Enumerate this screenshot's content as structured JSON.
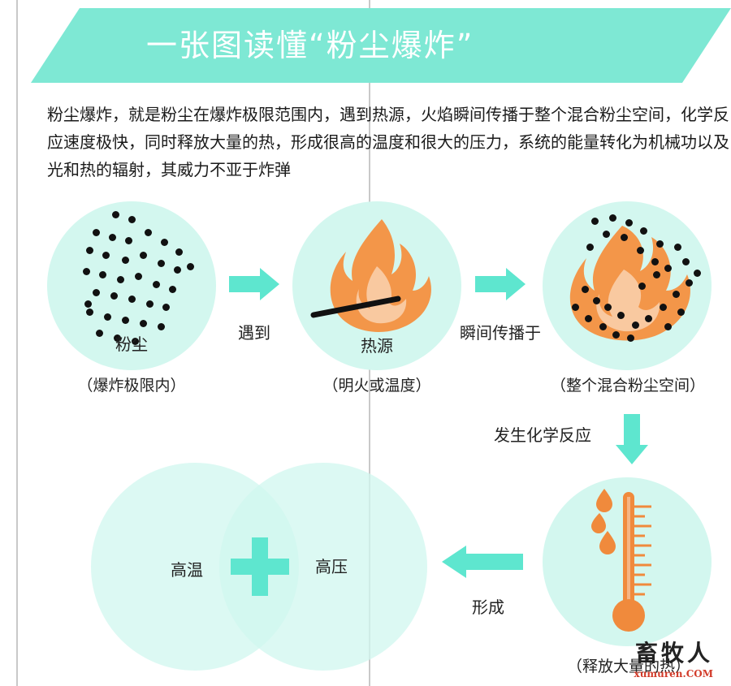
{
  "title": "一张图读懂“粉尘爆炸”",
  "intro": "粉尘爆炸，就是粉尘在爆炸极限范围内，遇到热源，火焰瞬间传播于整个混合粉尘空间，化学反应速度极快，同时释放大量的热，形成很高的温度和很大的压力，系统的能量转化为机械功以及光和热的辐射，其威力不亚于炸弹",
  "steps": [
    {
      "label": "粉尘",
      "sub": "（爆炸极限内）"
    },
    {
      "label": "热源",
      "sub": "（明火或温度）"
    },
    {
      "label": "",
      "sub": "（整个混合粉尘空间）"
    },
    {
      "label": "",
      "sub": "（释放大量的热）"
    }
  ],
  "arrows": {
    "a1": "遇到",
    "a2": "瞬间传播于",
    "a3": "发生化学反应",
    "a4": "形成"
  },
  "result": {
    "left": "高温",
    "right": "高压"
  },
  "watermark": {
    "name": "畜牧人",
    "url": "xumuren.COM"
  },
  "colors": {
    "banner": "#7ee8d4",
    "circle": "#d3f7ef",
    "arrow": "#5ee6cf",
    "flame": "#f39649",
    "flame_inner": "#f9c9a0",
    "thermometer": "#f08a3c"
  }
}
